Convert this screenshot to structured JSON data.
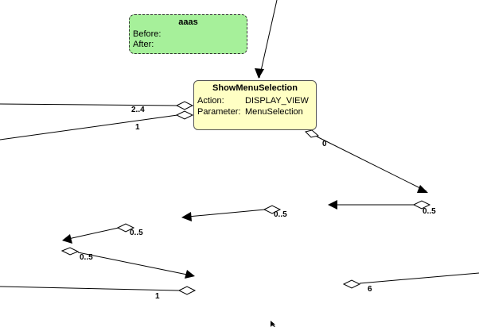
{
  "note": {
    "title": "aaas",
    "before_label": "Before:",
    "after_label": "After:"
  },
  "state": {
    "title": "ShowMenuSelection",
    "action_label": "Action:",
    "action_value": "DISPLAY_VIEW",
    "parameter_label": "Parameter:",
    "parameter_value": "MenuSelection"
  },
  "multiplicities": {
    "m1": "2..4",
    "m2": "1",
    "m3": "0",
    "m4": "0..5",
    "m5": "0..5",
    "m6": "0..5",
    "m7": "0..5",
    "m8": "1",
    "m9": "6"
  },
  "colors": {
    "note_fill": "#a6f09a",
    "state_fill": "#ffffc4",
    "line": "#000000"
  }
}
